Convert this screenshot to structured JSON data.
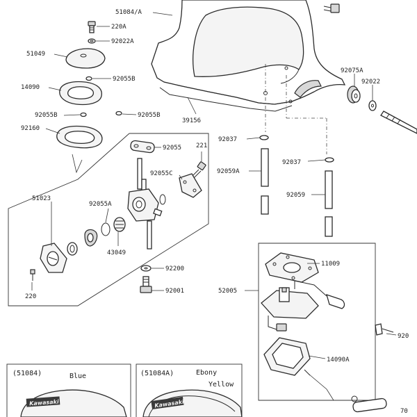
{
  "labels": {
    "p51084A": "51084/A",
    "p220A": "220A",
    "p92022A": "92022A",
    "p51049": "51049",
    "p92055B_1": "92055B",
    "p14090": "14090",
    "p92055B_2": "92055B",
    "p92055B_3": "92055B",
    "p39156": "39156",
    "p92160": "92160",
    "p92055": "92055",
    "p221": "221",
    "p92055C": "92055C",
    "p51023": "51023",
    "p92055A": "92055A",
    "p43049": "43049",
    "p92200": "92200",
    "p92001": "92001",
    "p220": "220",
    "p92037_1": "92037",
    "p92059A": "92059A",
    "p92037_2": "92037",
    "p92059": "92059",
    "p92075A": "92075A",
    "p92022": "92022",
    "p11009": "11009",
    "p52005": "52005",
    "p14090A": "14090A",
    "p920cut": "920",
    "p70cut": "70"
  },
  "insets": {
    "left": {
      "code": "(51084)",
      "color": "Blue",
      "brand": "Kawasaki"
    },
    "right": {
      "code": "(51084A)",
      "color_top": "Ebony",
      "color_bottom": "Yellow",
      "brand": "Kawasaki"
    }
  }
}
